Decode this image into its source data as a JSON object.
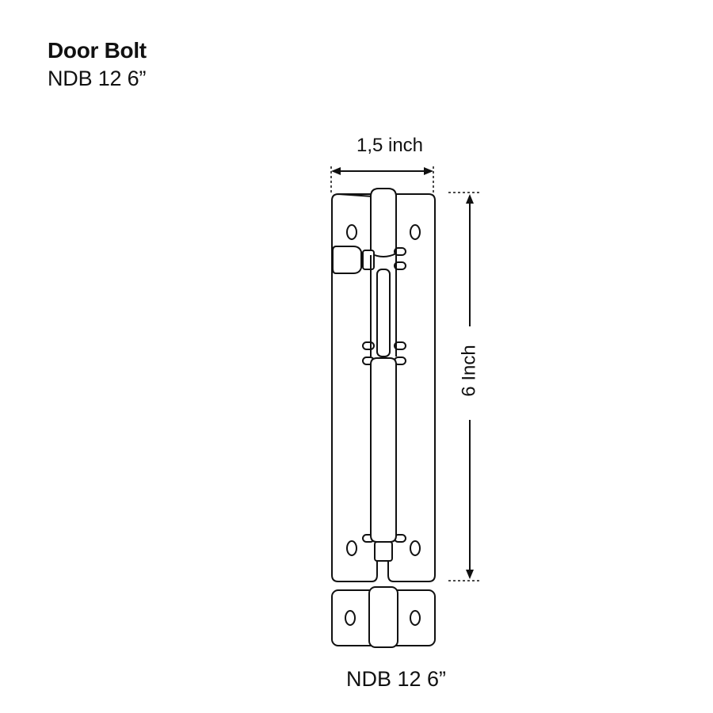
{
  "header": {
    "title": "Door Bolt",
    "model": "NDB 12 6”"
  },
  "dimensions": {
    "width_label": "1,5 inch",
    "height_label": "6 Inch"
  },
  "caption": "NDB 12 6”",
  "colors": {
    "ink": "#111111",
    "background": "#ffffff"
  }
}
